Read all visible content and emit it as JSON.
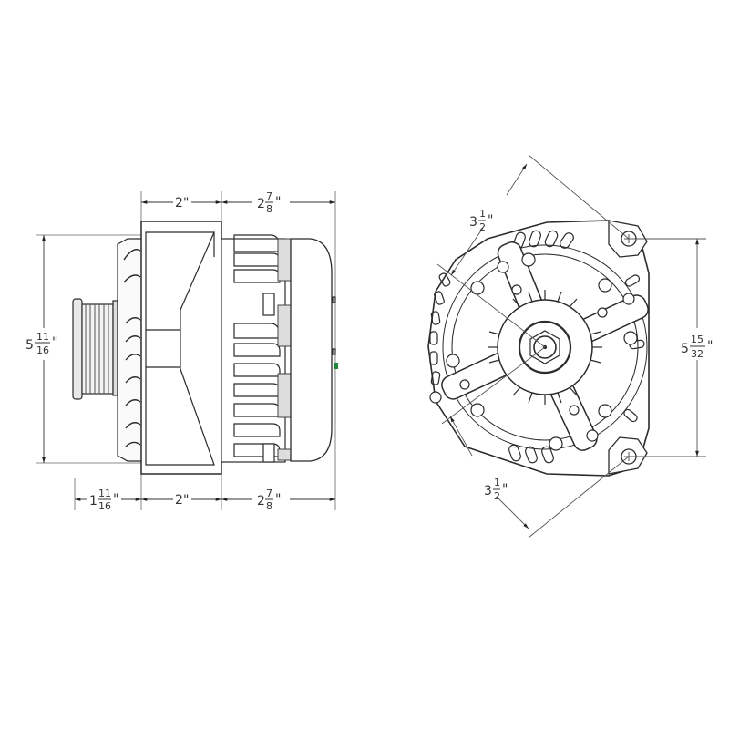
{
  "diagram": {
    "subject": "Alternator dimensional drawing",
    "line_color": "#2b2b2b",
    "dim_line_color": "#555555",
    "accent_color": "#1e8a3c",
    "side_view": {
      "top_dims": [
        {
          "whole": "2",
          "num": "",
          "den": "",
          "unit": "\""
        },
        {
          "whole": "2",
          "num": "7",
          "den": "8",
          "unit": "\""
        }
      ],
      "bottom_dims": [
        {
          "whole": "1",
          "num": "11",
          "den": "16",
          "unit": "\""
        },
        {
          "whole": "2",
          "num": "",
          "den": "",
          "unit": "\""
        },
        {
          "whole": "2",
          "num": "7",
          "den": "8",
          "unit": "\""
        }
      ],
      "height_dim": {
        "whole": "5",
        "num": "11",
        "den": "16",
        "unit": "\""
      }
    },
    "end_view": {
      "upper_diag_dim": {
        "whole": "3",
        "num": "1",
        "den": "2",
        "unit": "\""
      },
      "lower_diag_dim": {
        "whole": "3",
        "num": "1",
        "den": "2",
        "unit": "\""
      },
      "height_dim": {
        "whole": "5",
        "num": "15",
        "den": "32",
        "unit": "\""
      }
    }
  }
}
